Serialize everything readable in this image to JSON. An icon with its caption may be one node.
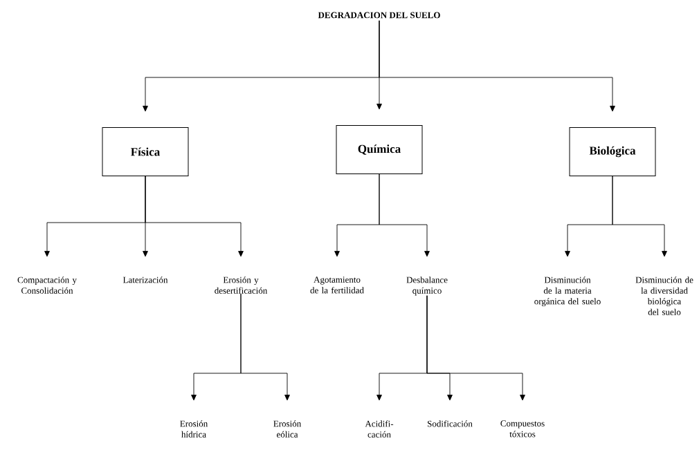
{
  "diagram": {
    "nodes": [
      {
        "text": [
          "DEGRADACION DEL SUELO"
        ]
      },
      {
        "text": [
          "Física"
        ]
      },
      {
        "text": [
          "Química"
        ]
      },
      {
        "text": [
          "Biológica"
        ]
      },
      {
        "text": [
          "Compactación y Consolidación"
        ]
      },
      {
        "text": [
          "Laterización"
        ]
      },
      {
        "text": [
          "Erosión y desertificación"
        ]
      },
      {
        "text": [
          "Agotamiento de la fertilidad"
        ]
      },
      {
        "text": [
          "Desbalance químico"
        ]
      },
      {
        "text": [
          "Disminución de la materia orgánica del suelo"
        ]
      },
      {
        "text": [
          "Disminución de la diversidad biológica del suelo"
        ]
      },
      {
        "text": [
          "Erosión hídrica"
        ]
      },
      {
        "text": [
          "Erosión eólica"
        ]
      },
      {
        "text": [
          "Acidifi- cación"
        ]
      },
      {
        "text": [
          "Sodificación"
        ]
      },
      {
        "text": [
          "Compuestos tóxicos"
        ]
      }
    ],
    "edges": [
      {
        "from": 0,
        "to": 1,
        "arrow": "to"
      },
      {
        "from": 0,
        "to": 2,
        "arrow": "to"
      },
      {
        "from": 0,
        "to": 3,
        "arrow": "to"
      },
      {
        "from": 1,
        "to": 4,
        "arrow": "to"
      },
      {
        "from": 1,
        "to": 5,
        "arrow": "to"
      },
      {
        "from": 1,
        "to": 6,
        "arrow": "to"
      },
      {
        "from": 2,
        "to": 7,
        "arrow": "to"
      },
      {
        "from": 2,
        "to": 8,
        "arrow": "to"
      },
      {
        "from": 3,
        "to": 9,
        "arrow": "to"
      },
      {
        "from": 3,
        "to": 10,
        "arrow": "to"
      },
      {
        "from": 6,
        "to": 11,
        "arrow": "to"
      },
      {
        "from": 6,
        "to": 12,
        "arrow": "to"
      },
      {
        "from": 8,
        "to": 13,
        "arrow": "to"
      },
      {
        "from": 8,
        "to": 14,
        "arrow": "to"
      },
      {
        "from": 8,
        "to": 15,
        "arrow": "to"
      }
    ]
  }
}
